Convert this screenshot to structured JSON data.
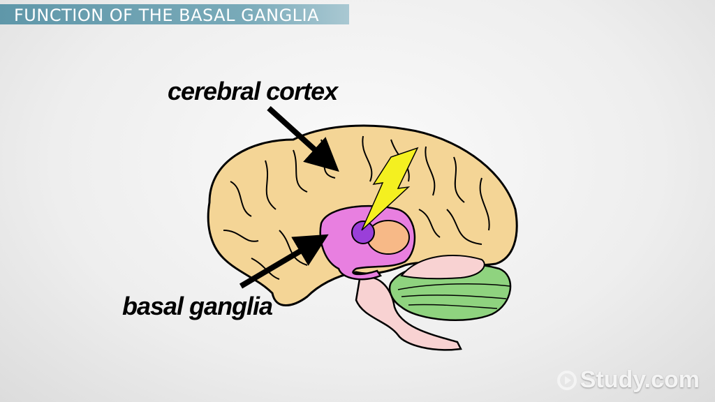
{
  "header": {
    "title": "FUNCTION OF THE BASAL GANGLIA"
  },
  "labels": {
    "cortex": "cerebral cortex",
    "basal": "basal ganglia"
  },
  "logo": {
    "text": "Study.com",
    "icon": "play-circle-icon"
  },
  "colors": {
    "cortex": "#f4d596",
    "basal_ganglia": "#e87fe0",
    "thalamus": "#f7b987",
    "nucleus": "#9a3fd9",
    "cerebellum": "#8fd37f",
    "brainstem": "#f8d2d2",
    "lightning": "#f4f020"
  }
}
